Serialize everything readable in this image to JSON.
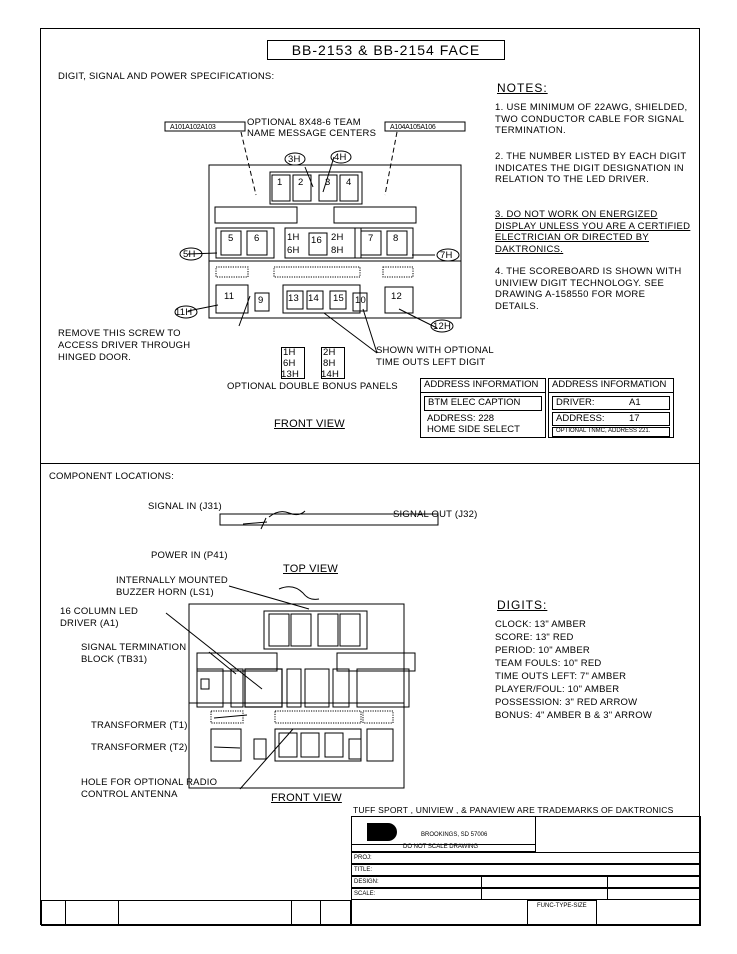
{
  "title": "BB-2153 & BB-2154 FACE",
  "section1_heading": "DIGIT, SIGNAL AND POWER SPECIFICATIONS:",
  "notes": {
    "heading": "NOTES:",
    "n1": "1.  USE MINIMUM OF 22AWG, SHIELDED, TWO CONDUCTOR CABLE FOR SIGNAL TERMINATION.",
    "n2": "2.  THE NUMBER LISTED BY EACH DIGIT INDICATES THE DIGIT DESIGNATION IN RELATION TO THE LED DRIVER.",
    "n3": "3.  DO NOT WORK ON ENERGIZED DISPLAY UNLESS YOU ARE A CERTIFIED ELECTRICIAN OR DIRECTED BY DAKTRONICS.",
    "n4": "4.  THE SCOREBOARD IS SHOWN WITH UNIVIEW DIGIT TECHNOLOGY. SEE DRAWING A-158550 FOR MORE DETAILS."
  },
  "front_labels": {
    "optional_team": "OPTIONAL 8X48-6 TEAM",
    "name_centers": "NAME MESSAGE CENTERS",
    "remove_screw_1": "REMOVE THIS SCREW TO",
    "remove_screw_2": "ACCESS DRIVER THROUGH",
    "remove_screw_3": "HINGED DOOR.",
    "shown_with_1": "SHOWN WITH OPTIONAL",
    "shown_with_2": "TIME OUTS LEFT DIGIT",
    "double_bonus": "OPTIONAL DOUBLE BONUS PANELS",
    "front_view": "FRONT VIEW"
  },
  "digit_ids": {
    "a1": "A101",
    "a2": "A102",
    "a3": "A103",
    "a4": "A104",
    "a5": "A105",
    "a6": "A106",
    "d1": "1",
    "d2": "2",
    "d3": "3",
    "d4": "4",
    "d5": "5",
    "d6": "6",
    "d7": "7",
    "d8": "8",
    "d9": "9",
    "d10": "10",
    "d11": "11",
    "d12": "12",
    "d13": "13",
    "d14": "14",
    "d15": "15",
    "d16": "16",
    "h1": "1H",
    "h2": "2H",
    "h3": "3H",
    "h4": "4H",
    "h5": "5H",
    "h6": "6H",
    "h7": "7H",
    "h8": "8H",
    "h11": "11H",
    "h12": "12H",
    "h13": "13H",
    "h14": "14H"
  },
  "address_left": {
    "header": "ADDRESS INFORMATION",
    "row1": "BTM ELEC CAPTION",
    "row2": "ADDRESS: 228",
    "row3": "HOME SIDE SELECT"
  },
  "address_right": {
    "header": "ADDRESS INFORMATION",
    "driver_label": "DRIVER:",
    "driver_value": "A1",
    "address_label": "ADDRESS:",
    "address_value": "17",
    "optional": "OPTIONAL TNMC, ADDRESS 221."
  },
  "section2_heading": "COMPONENT LOCATIONS:",
  "top_view": {
    "signal_in": "SIGNAL IN (J31)",
    "signal_out": "SIGNAL OUT (J32)",
    "power_in": "POWER IN (P41)",
    "label": "TOP VIEW"
  },
  "components": {
    "buzzer_1": "INTERNALLY MOUNTED",
    "buzzer_2": "BUZZER HORN (LS1)",
    "driver_1": "16 COLUMN LED",
    "driver_2": "DRIVER (A1)",
    "term_1": "SIGNAL TERMINATION",
    "term_2": "BLOCK (TB31)",
    "t1": "TRANSFORMER (T1)",
    "t2": "TRANSFORMER (T2)",
    "hole_1": "HOLE FOR OPTIONAL RADIO",
    "hole_2": "CONTROL ANTENNA",
    "front_view": "FRONT VIEW"
  },
  "digits": {
    "heading": "DIGITS:",
    "clock": "CLOCK: 13\" AMBER",
    "score": "SCORE: 13\" RED",
    "period": "PERIOD: 10\" AMBER",
    "team_fouls": "TEAM FOULS: 10\" RED",
    "time_outs": "TIME OUTS LEFT: 7\" AMBER",
    "player_foul": "PLAYER/FOUL: 10\" AMBER",
    "possession": "POSSESSION: 3\" RED ARROW",
    "bonus": "BONUS: 4\" AMBER B & 3\" ARROW"
  },
  "trademark": "TUFF SPORT , UNIVIEW , & PANAVIEW  ARE TRADEMARKS OF DAKTRONICS",
  "title_block": {
    "city": "BROOKINGS, SD  57006",
    "do_not_scale": "DO NOT SCALE DRAWING",
    "proj": "PROJ:",
    "title": "TITLE:",
    "design": "DESIGN:",
    "scale": "SCALE:",
    "func": "FUNC-TYPE-SIZE"
  }
}
